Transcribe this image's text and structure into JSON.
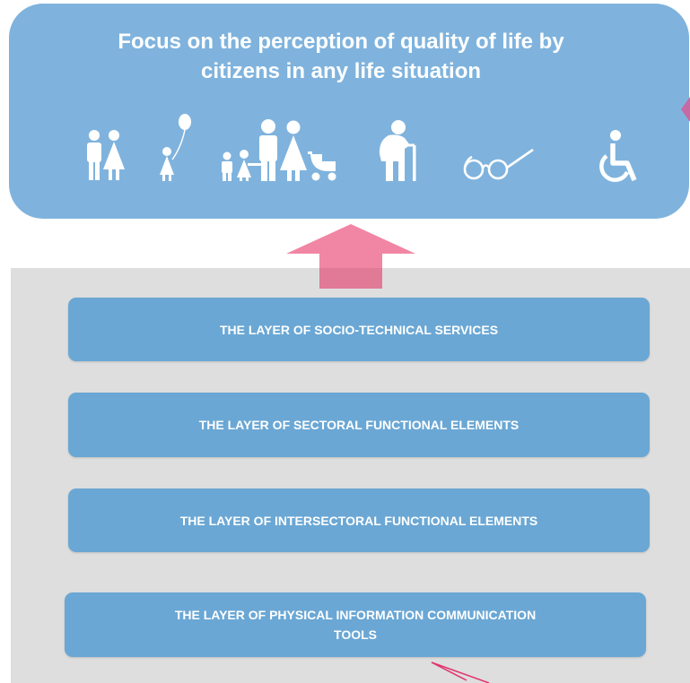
{
  "header": {
    "title_line1": "Focus on the perception of quality of life by",
    "title_line2": "citizens in any life situation"
  },
  "icons": [
    "man-woman-icon",
    "child-balloon-icon",
    "family-stroller-icon",
    "elderly-cane-icon",
    "glasses-icon",
    "wheelchair-icon"
  ],
  "layers": [
    {
      "label": "THE LAYER OF SOCIO-TECHNICAL SERVICES"
    },
    {
      "label": "THE LAYER OF SECTORAL FUNCTIONAL ELEMENTS"
    },
    {
      "label": "THE LAYER OF INTERSECTORAL FUNCTIONAL ELEMENTS"
    },
    {
      "label_line1": "THE LAYER OF PHYSICAL INFORMATION COMMUNICATION",
      "label_line2": "TOOLS"
    }
  ],
  "colors": {
    "top_panel": "#7fb3dd",
    "layer_box": "#6aa7d4",
    "gray_panel": "#dedede",
    "arrow": "#f186a4",
    "callout": "#e0346c"
  }
}
